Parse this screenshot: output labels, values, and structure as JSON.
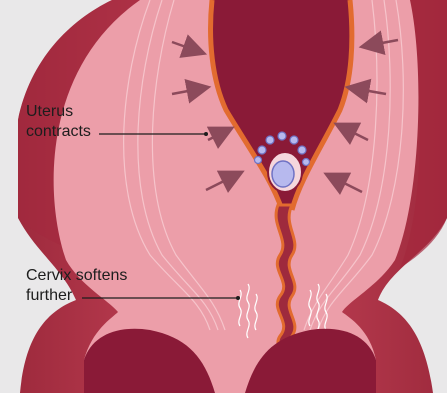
{
  "labels": {
    "uterus": [
      "Uterus",
      "contracts"
    ],
    "cervix": [
      "Cervix softens",
      "further"
    ]
  },
  "colors": {
    "background": "#e9e8e9",
    "outer_wall": "#bd3b4f",
    "inner_wall": "#ec9ea9",
    "cavity": "#8a1a37",
    "lining": "#e26b2f",
    "arrow": "#8c4a5b",
    "baby": "#b7b9ee"
  },
  "icons": [
    "contraction-arrow",
    "embryo-icon",
    "softening-wave"
  ]
}
